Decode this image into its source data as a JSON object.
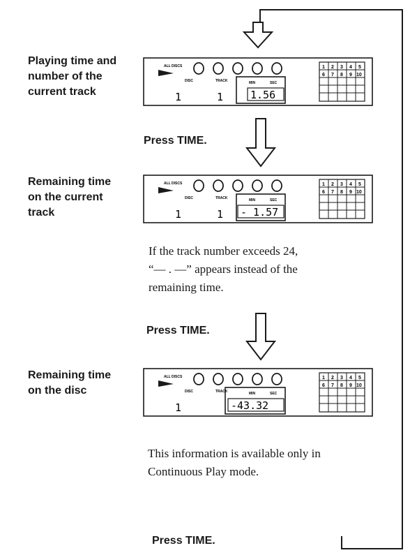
{
  "labels": {
    "first": "Playing time and\nnumber of the\ncurrent track",
    "second": "Remaining time\non the current\ntrack",
    "third": "Remaining time\non the disc"
  },
  "press_time": "Press TIME.",
  "notes": {
    "track_exceeds": "If the track number exceeds 24,\n“–– . ––” appears instead of the\nremaining time.",
    "continuous_only": "This information is available only in\nContinuous Play mode."
  },
  "display": {
    "all_discs": "ALL DISCS",
    "disc_label": "DISC",
    "track_label": "TRACK",
    "min_label": "MIN",
    "sec_label": "SEC",
    "grid_numbers": [
      "1",
      "2",
      "3",
      "4",
      "5",
      "6",
      "7",
      "8",
      "9",
      "10"
    ],
    "screens": [
      {
        "disc": "1",
        "track": "1",
        "time": "1.56"
      },
      {
        "disc": "1",
        "track": "1",
        "time": "- 1.57"
      },
      {
        "disc": "1",
        "track": "",
        "time": "-43.32"
      }
    ]
  }
}
